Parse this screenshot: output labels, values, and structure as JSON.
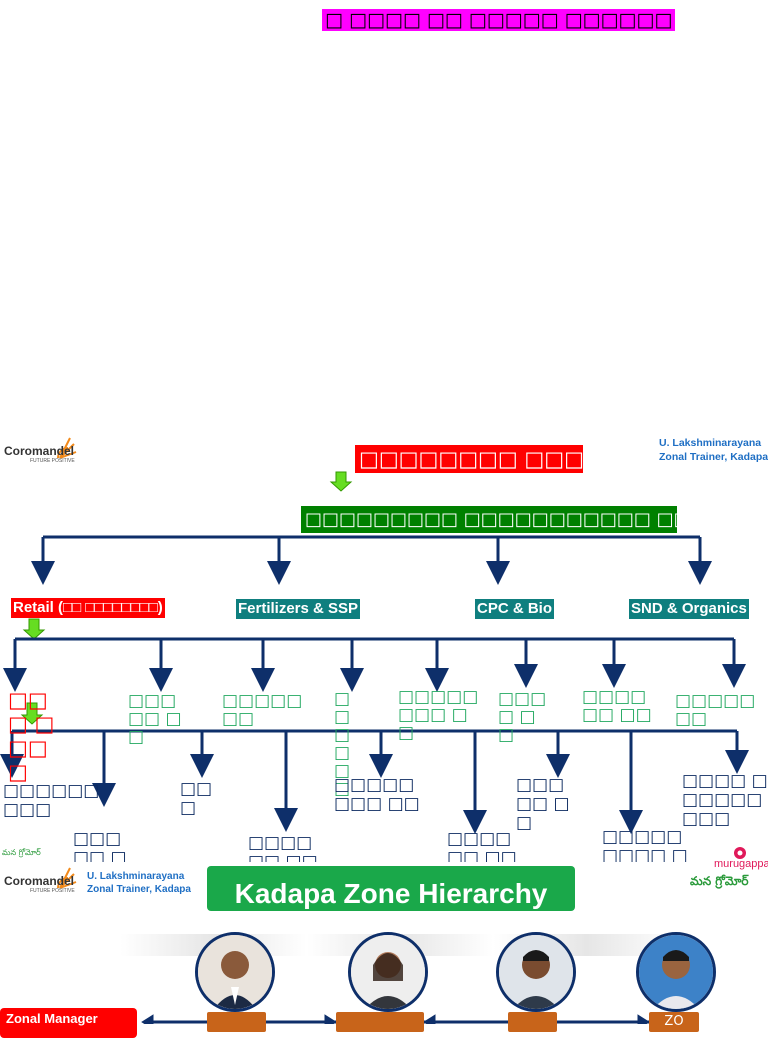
{
  "page": {
    "top_title": "□ □□□□ □□ □□□□□ □□□□□□",
    "red_banner": "□□□□□□□□ □□□□□□",
    "green_banner": "□□□□□□□□□ □□□□□□□□□□□ □□□□□□□□"
  },
  "branding": {
    "coromandel": "Coromandel",
    "tagline": "FUTURE POSITIVE",
    "trainer_name": "U. Lakshminarayana",
    "trainer_role": "Zonal Trainer, Kadapa",
    "murugappa": "murugappa",
    "mana_gromor": "మన గ్రోమోర్"
  },
  "divisions": [
    {
      "label": "Retail (□□ □□□□□□□□)"
    },
    {
      "label": "Fertilizers & SSP"
    },
    {
      "label": "CPC & Bio"
    },
    {
      "label": "SND & Organics"
    }
  ],
  "categories": [
    "□□□ □□□□",
    "□□□□□ □□",
    "□□□□□□□",
    "□□ □□ □□",
    "□□□□□□□□ □□",
    "□□□□ □□",
    "□□□□□□ □□",
    "□□□□□□□"
  ],
  "subitems": [
    "□□□□□□□□□",
    "□□□□□ □□",
    "□□□",
    "□□□□□□ □□",
    "□□□□□□□□ □□",
    "□□□□□□ □□",
    "□□□□□ □□",
    "□□□□□□□□□ □□□□",
    "□□□□ □□□□□□□□□"
  ],
  "kadapa": {
    "title": "Kadapa Zone Hierarchy",
    "zonal_manager": "Zonal Manager",
    "roles": [
      "",
      "",
      "",
      "ZO"
    ]
  },
  "colors": {
    "accent_magenta": "#ff00ff",
    "red": "#ff0000",
    "green": "#008000",
    "teal": "#0f7f7f",
    "navy": "#0c2a60"
  }
}
